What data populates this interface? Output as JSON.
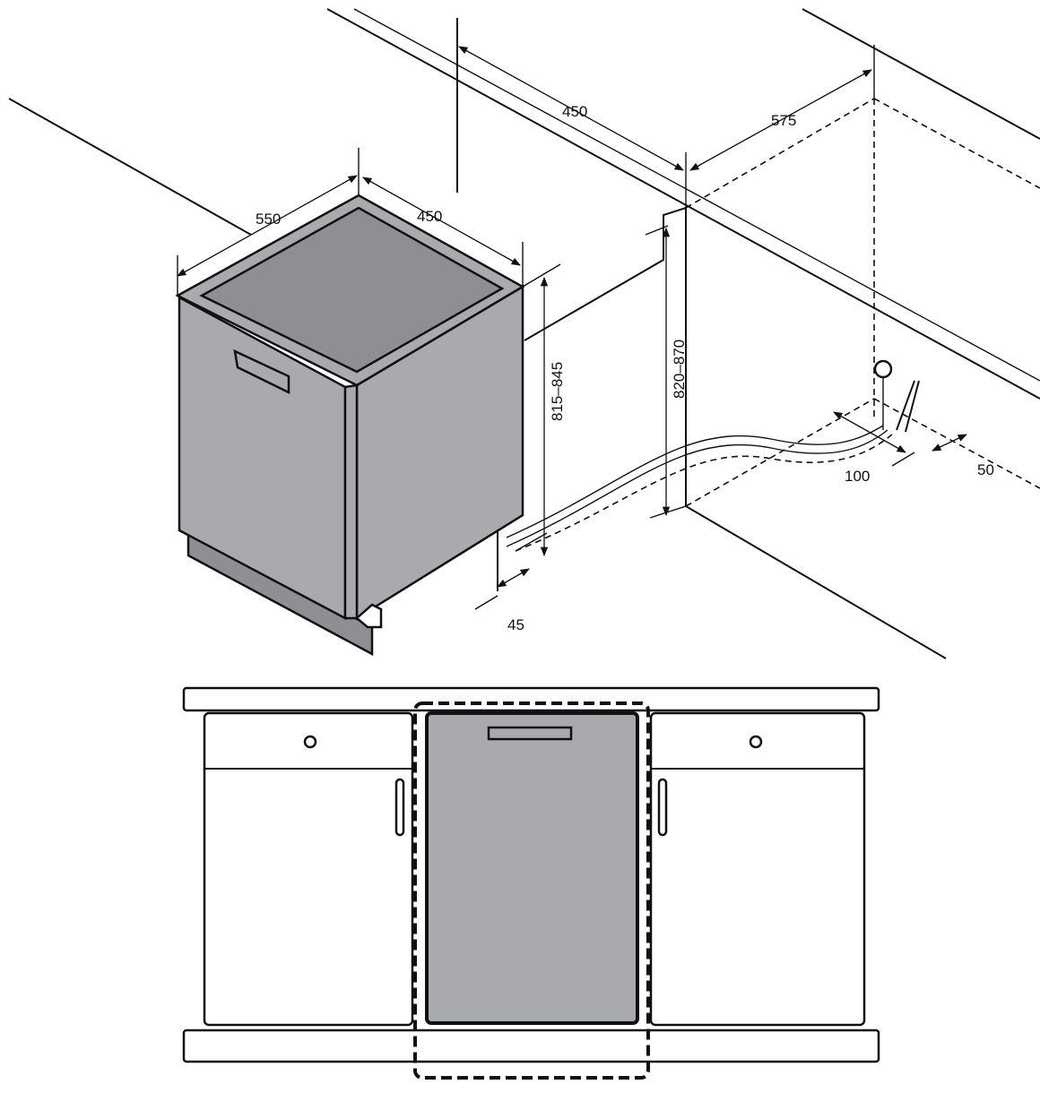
{
  "dimensions": {
    "unit_depth": "550",
    "unit_width": "450",
    "niche_width": "450",
    "niche_depth": "575",
    "unit_height": "815–845",
    "niche_height": "820–870",
    "hose_offset_side": "100",
    "hose_offset_wall": "50",
    "plinth_recess": "45"
  },
  "colors": {
    "appliance": "#a9aaad",
    "line": "#111111"
  }
}
